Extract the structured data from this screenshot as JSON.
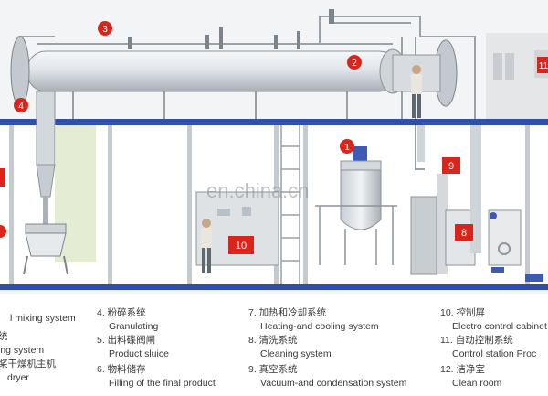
{
  "diagram": {
    "badges": [
      {
        "id": "b1",
        "label": "1"
      },
      {
        "id": "b2",
        "label": "2"
      },
      {
        "id": "b3",
        "label": "3"
      },
      {
        "id": "b4",
        "label": "4"
      },
      {
        "id": "b8",
        "label": "8"
      },
      {
        "id": "b9",
        "label": "9"
      },
      {
        "id": "b10",
        "label": "10"
      },
      {
        "id": "b11",
        "label": "11"
      }
    ],
    "watermark": "en.china.cn"
  },
  "legend": {
    "items": [
      {
        "zh": "",
        "en": "l mixing system"
      },
      {
        "zh": "统",
        "en": "ing system"
      },
      {
        "zh": "桨干燥机主机",
        "en": "dryer"
      },
      {
        "zh": "4. 粉碎系统",
        "en": "Granulating"
      },
      {
        "zh": "5. 出料碟阀闸",
        "en": "Product sluice"
      },
      {
        "zh": "6. 物料储存",
        "en": "Filling of the final product"
      },
      {
        "zh": "7. 加热和冷却系统",
        "en": "Heating-and cooling system"
      },
      {
        "zh": "8. 清洗系统",
        "en": "Cleaning system"
      },
      {
        "zh": "9. 真空系统",
        "en": "Vacuum-and condensation system"
      },
      {
        "zh": "10. 控制屏",
        "en": "Electro control cabinet"
      },
      {
        "zh": "11. 自动控制系统",
        "en": "Control station  Proc"
      },
      {
        "zh": "12. 洁净室",
        "en": "Clean room"
      }
    ]
  },
  "colors": {
    "badge": "#d9261c",
    "floor": "#2f4fa8",
    "vessel": "#dfe3e7",
    "wall": "#eeeeee"
  }
}
